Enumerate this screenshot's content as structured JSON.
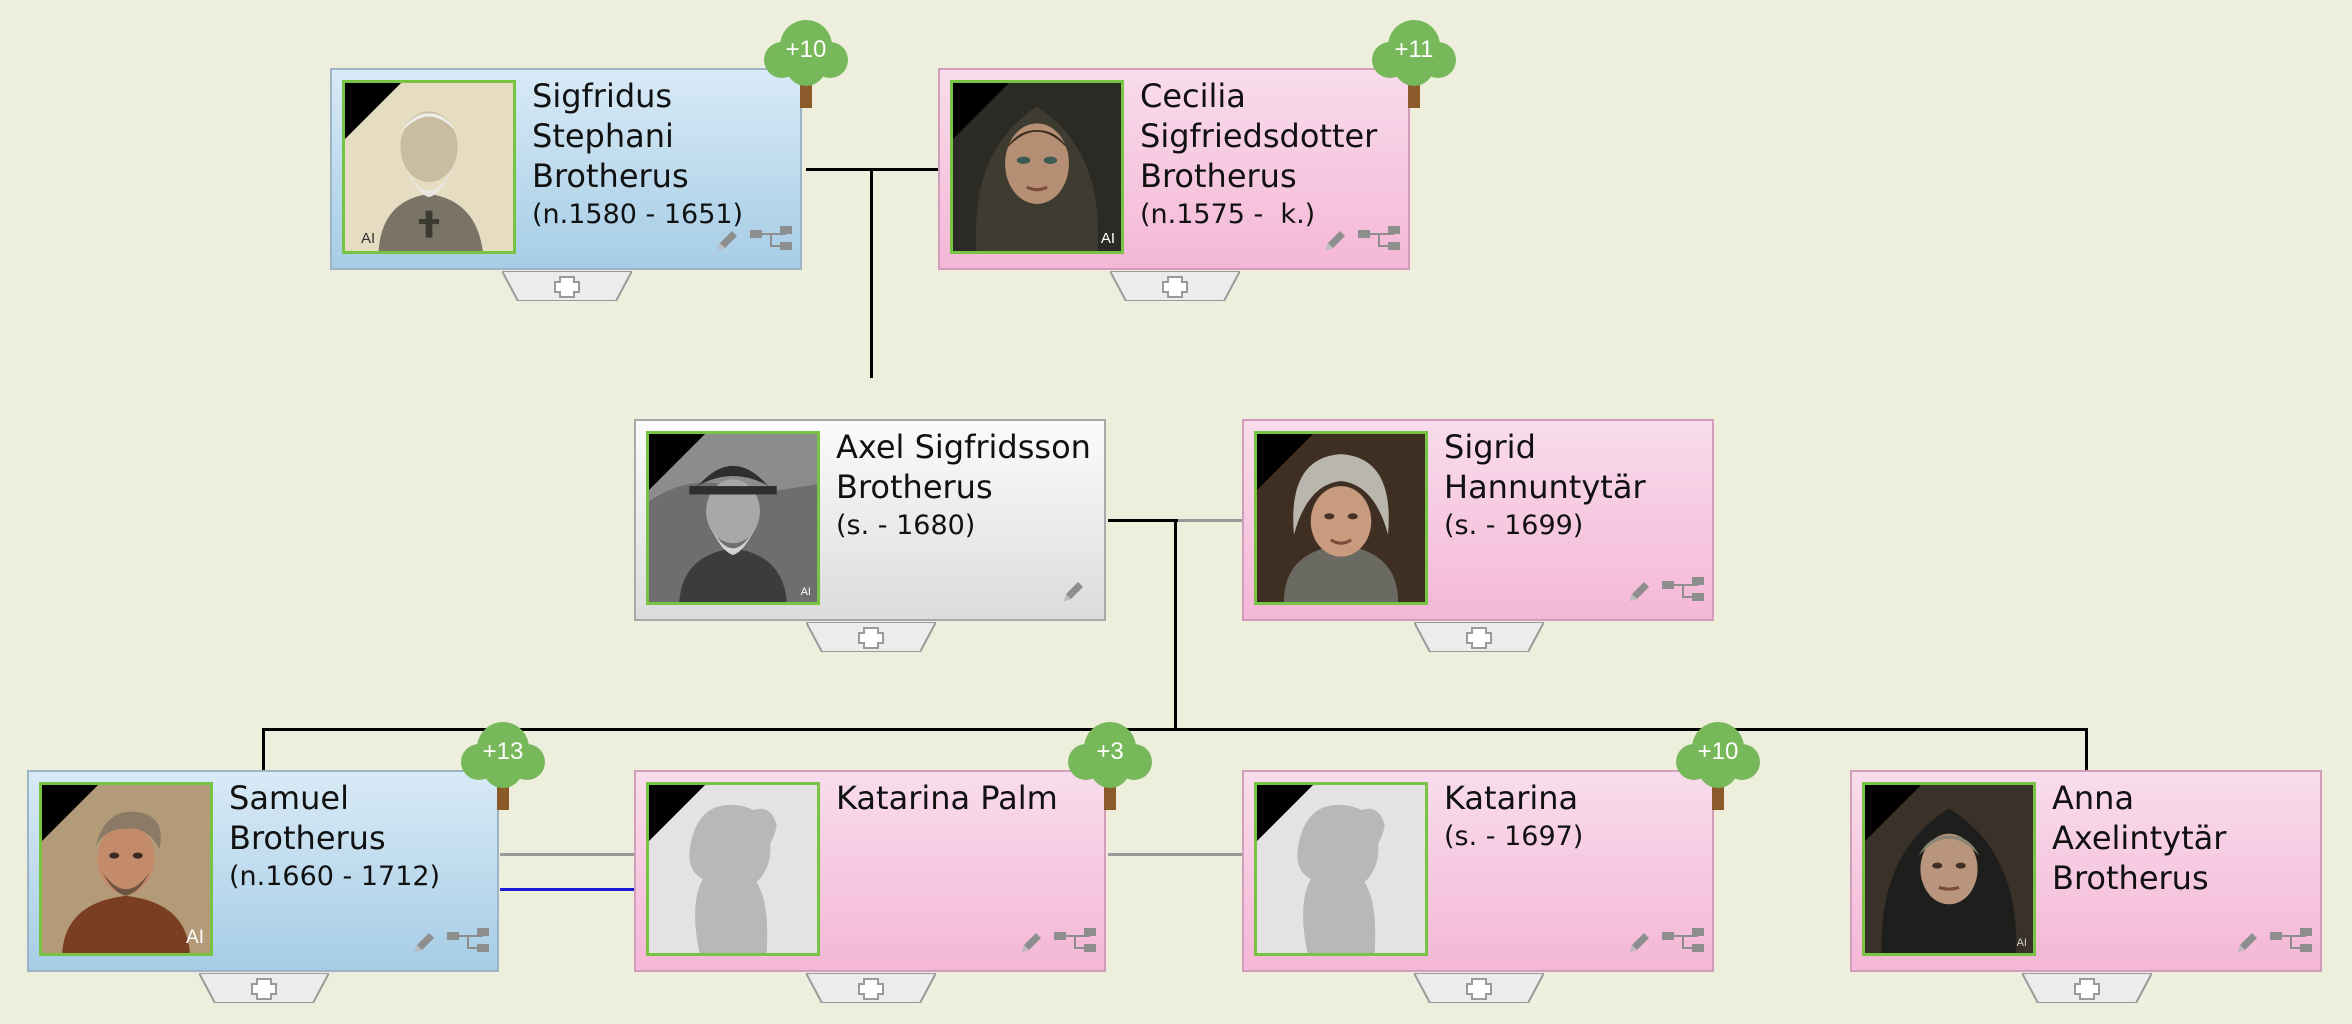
{
  "people": {
    "sigfridus": {
      "name": "Sigfridus Stephani Brotherus",
      "dates": "(n.1580 - 1651)",
      "badge": "+10"
    },
    "cecilia": {
      "name": "Cecilia Sigfriedsdotter Brotherus",
      "dates": "(n.1575 -  k.)",
      "badge": "+11"
    },
    "axel": {
      "name": "Axel Sigfridsson Brotherus",
      "dates": "(s. - 1680)"
    },
    "sigrid": {
      "name": "Sigrid Hannuntytär",
      "dates": "(s. - 1699)"
    },
    "samuel": {
      "name": "Samuel Brotherus",
      "dates": "(n.1660 - 1712)",
      "badge": "+13"
    },
    "katarina_palm": {
      "name": "Katarina Palm",
      "badge": "+3"
    },
    "katarina": {
      "name": "Katarina",
      "dates": "(s. - 1697)",
      "badge": "+10"
    },
    "anna": {
      "name": "Anna Axelintytär Brotherus"
    }
  },
  "labels": {
    "ai": "AI"
  },
  "colors": {
    "male_card": "#a6cde6",
    "female_card": "#f4b7d6",
    "unknown_card": "#dcdcdc",
    "photo_border": "#76c442",
    "tree_badge": "#76b85a",
    "line": "#000000",
    "spouse_line": "#1a1ad6"
  }
}
